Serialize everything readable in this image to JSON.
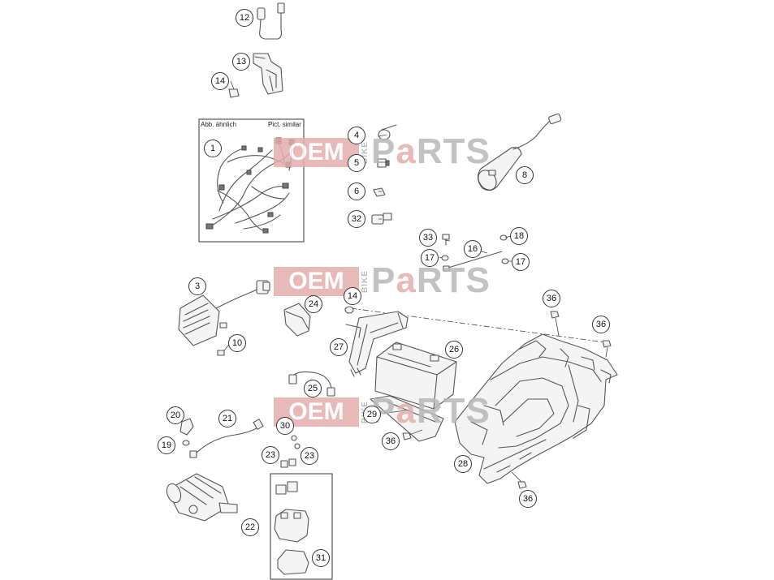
{
  "diagram": {
    "watermark": {
      "oem": "OEM",
      "bike": "BIKE",
      "parts_p": "P",
      "parts_a": "a",
      "parts_rts": "RTS"
    },
    "box_labels": {
      "left": "Abb. ähnlich",
      "right": "Pict. similar"
    },
    "callouts": [
      "12",
      "13",
      "14",
      "1",
      "4",
      "5",
      "6",
      "32",
      "8",
      "33",
      "16",
      "18",
      "17",
      "17",
      "3",
      "24",
      "14",
      "36",
      "36",
      "10",
      "27",
      "26",
      "25",
      "29",
      "20",
      "21",
      "30",
      "19",
      "23",
      "23",
      "36",
      "28",
      "22",
      "31",
      "36"
    ]
  }
}
